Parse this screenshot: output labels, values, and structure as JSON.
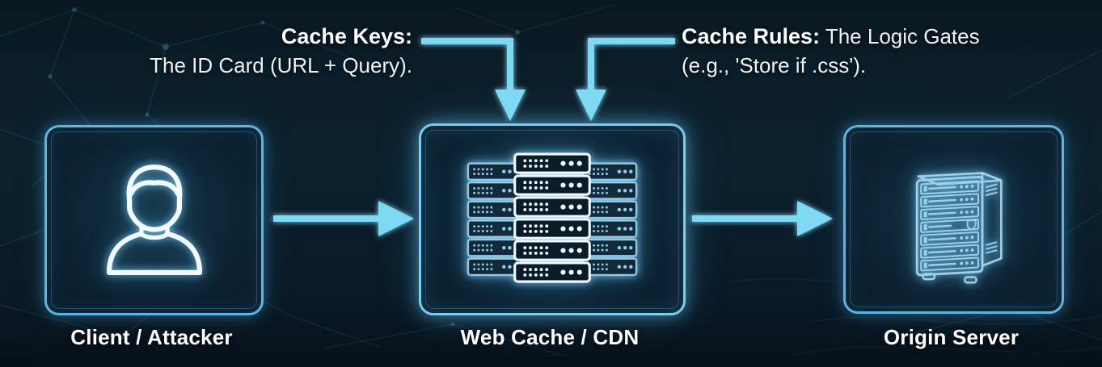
{
  "title": "Web cache poisoning architecture diagram",
  "colors": {
    "accent": "#7fd8f4",
    "box_border": "#5fb4e2",
    "box_border_bright": "#79cdf2",
    "icon_white": "#f2faff",
    "icon_blue": "#9ccfe9",
    "text_primary": "#ffffff",
    "text_secondary": "#eef2f5",
    "background": "#0b1c28",
    "plexus": "#2e8096"
  },
  "annotations": {
    "cache_keys": {
      "title": "Cache Keys:",
      "line2": "The ID Card (URL + Query)."
    },
    "cache_rules": {
      "title": "Cache Rules:",
      "rest": "The Logic Gates",
      "line2": "(e.g., 'Store if .css')."
    }
  },
  "nodes": [
    {
      "id": "client",
      "label": "Client / Attacker",
      "icon": "person-icon"
    },
    {
      "id": "cache",
      "label": "Web Cache / CDN",
      "icon": "server-rack-icon"
    },
    {
      "id": "origin",
      "label": "Origin Server",
      "icon": "server-tower-icon"
    }
  ],
  "arrows": [
    {
      "name": "client-to-cache-arrow",
      "direction": "right"
    },
    {
      "name": "cache-to-origin-arrow",
      "direction": "right"
    },
    {
      "name": "cache-keys-arrow",
      "direction": "down-into-cache"
    },
    {
      "name": "cache-rules-arrow",
      "direction": "down-into-cache"
    }
  ]
}
